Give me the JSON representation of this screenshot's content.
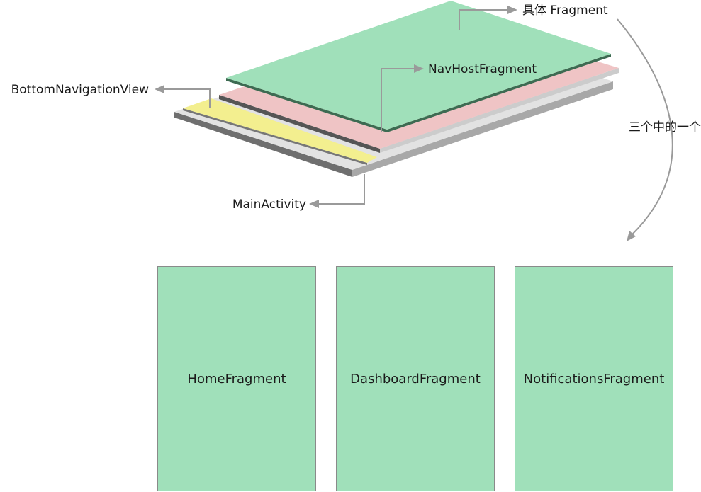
{
  "labels": {
    "concrete_fragment": "具体 Fragment",
    "nav_host_fragment": "NavHostFragment",
    "bottom_navigation_view": "BottomNavigationView",
    "main_activity": "MainActivity",
    "one_of_three": "三个中的一个"
  },
  "fragments": [
    {
      "label": "HomeFragment"
    },
    {
      "label": "DashboardFragment"
    },
    {
      "label": "NotificationsFragment"
    }
  ],
  "colors": {
    "fragment_green": "#a0e0ba",
    "nav_host_pink": "#efc4c5",
    "bottom_nav_yellow": "#f3ef8f",
    "activity_top": "#e2e2e2",
    "activity_side_dark": "#6f6f6f",
    "activity_side_light": "#a8a8a8",
    "connector_gray": "#9a9a9a"
  }
}
